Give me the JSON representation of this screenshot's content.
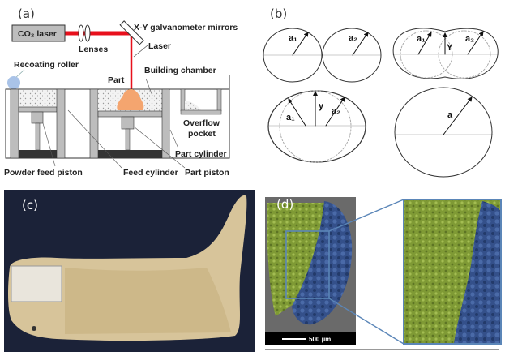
{
  "panels": {
    "a": "(a)",
    "b": "(b)",
    "c": "(c)",
    "d": "(d)"
  },
  "schematic": {
    "laser_box": "CO₂ laser",
    "mirrors": "X-Y galvanometer mirrors",
    "lenses": "Lenses",
    "laser": "Laser",
    "roller": "Recoating roller",
    "chamber": "Building chamber",
    "part": "Part",
    "overflow_1": "Overflow",
    "overflow_2": "pocket",
    "part_cylinder": "Part cylinder",
    "powder_feed_piston": "Powder feed piston",
    "feed_cylinder": "Feed cylinder",
    "part_piston": "Part piston"
  },
  "sintering": {
    "a1": "a₁",
    "a2": "a₂",
    "Y": "Y",
    "y": "y",
    "a": "a"
  },
  "sem": {
    "scale_bar": "500 µm"
  },
  "colors": {
    "laser": "#e8101c",
    "part": "#f4a56f",
    "roller": "#a9c3e8",
    "green": "#7f9a35",
    "blue": "#3a5590",
    "zoom_frame": "#5b86b8"
  }
}
